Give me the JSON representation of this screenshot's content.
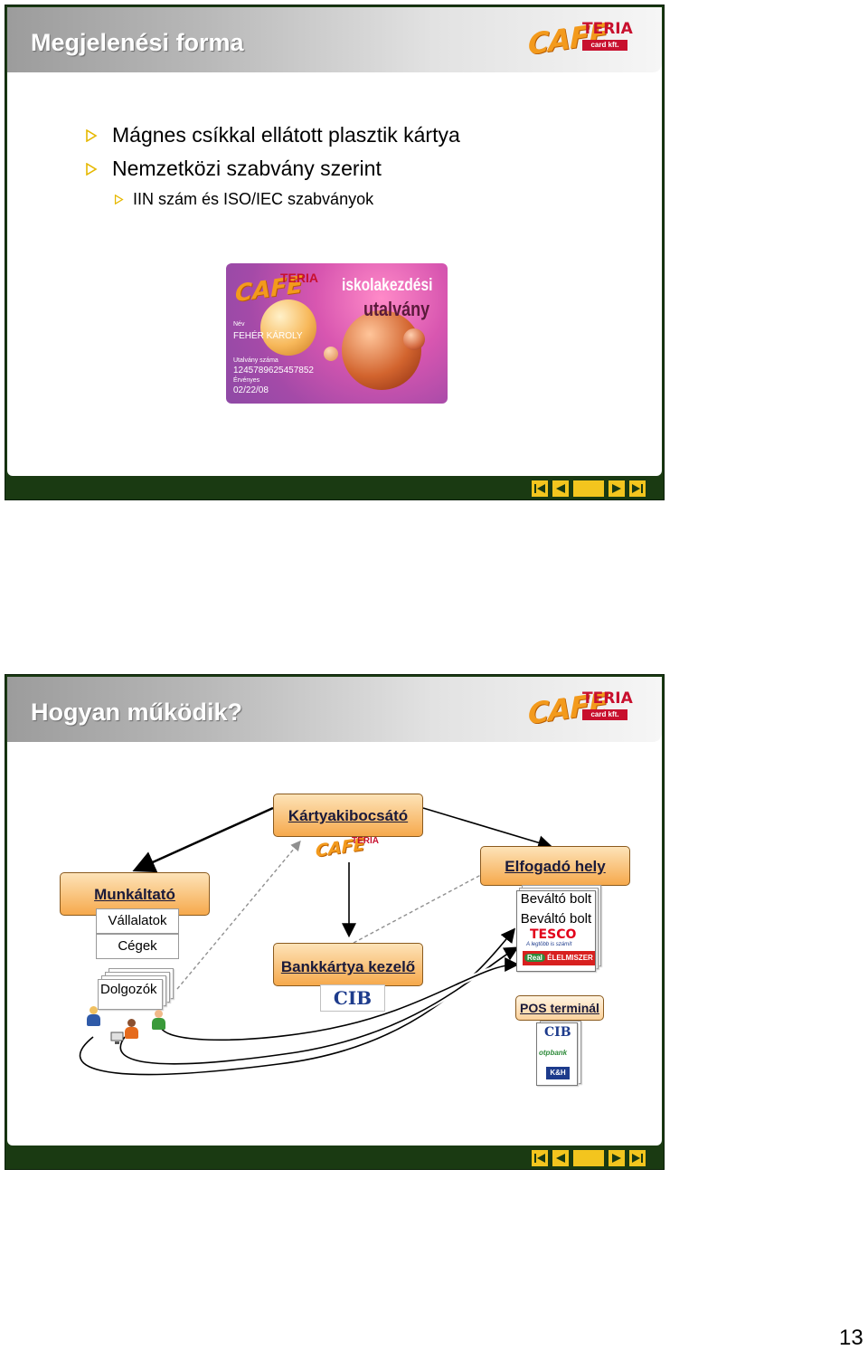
{
  "page": {
    "number": "13"
  },
  "brand": {
    "cafe": "CAFE",
    "teria": "TERIA",
    "card": "card kft."
  },
  "slide1": {
    "title": "Megjelenési forma",
    "bullets": [
      {
        "text": "Mágnes csíkkal ellátott plasztik kártya"
      },
      {
        "text": "Nemzetközi szabvány szerint"
      }
    ],
    "sub_bullets": [
      {
        "text": "IIN szám és ISO/IEC szabványok"
      }
    ],
    "voucher": {
      "title_line1": "iskolakezdési",
      "title_line2": "utalvány",
      "name_label": "Név",
      "name": "FEHÉR KÁROLY",
      "number_label": "Utalvány száma",
      "number": "1245789625457852",
      "valid_label": "Érvényes",
      "valid": "02/22/08"
    }
  },
  "slide2": {
    "title": "Hogyan működik?",
    "issuer": "Kártyakibocsátó",
    "employer": "Munkáltató",
    "companies": "Vállalatok",
    "firms": "Cégek",
    "employees": "Dolgozók",
    "bank_handler": "Bankkártya kezelő",
    "acceptor": "Elfogadó hely",
    "shop1": "Beváltó bolt",
    "shop2": "Beváltó bolt",
    "tesco": "TESCO",
    "tesco_slogan": "A legtöbb is számít",
    "real": "Real",
    "elelmiszer": "ÉLELMISZER",
    "pos": "POS terminál",
    "cib": "CIB",
    "otp": "otpbank",
    "kh": "K&H"
  },
  "colors": {
    "footer": "#1a3a12",
    "nav_button": "#f3c51e",
    "box_fill": "#f6a94c",
    "brand_orange": "#f39a1c",
    "brand_red": "#c8102e"
  }
}
